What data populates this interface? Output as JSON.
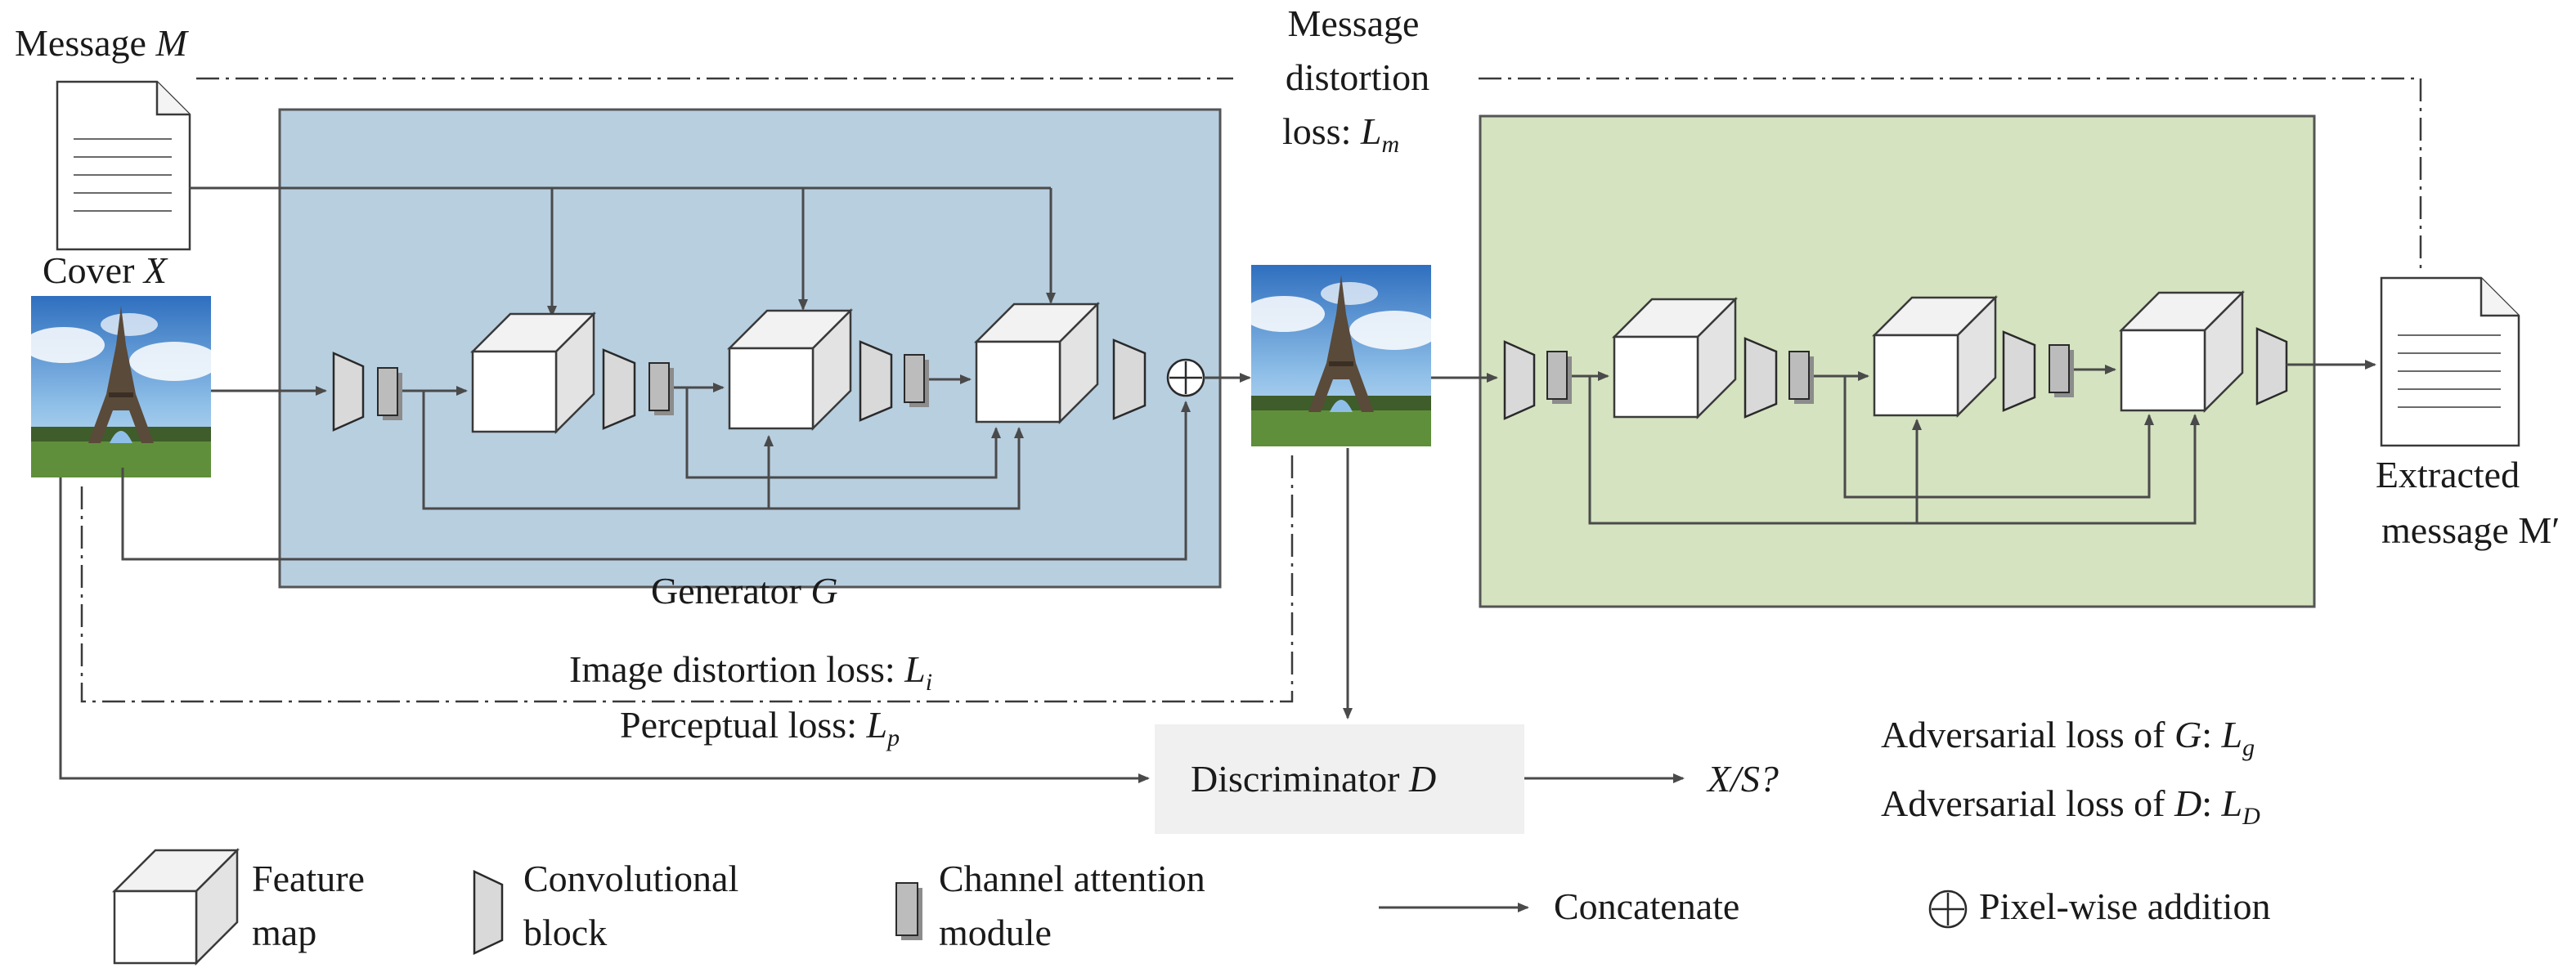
{
  "labels": {
    "message_m": "Message ",
    "message_m_var": "M",
    "cover_x": "Cover ",
    "cover_x_var": "X",
    "message_distortion_line1": "Message",
    "message_distortion_line2": "distortion",
    "message_distortion_line3": "loss: ",
    "message_distortion_var": "L",
    "message_distortion_sub": "m",
    "generator": "Generator ",
    "generator_var": "G",
    "image_distortion": "Image distortion loss: ",
    "image_distortion_var": "L",
    "image_distortion_sub": "i",
    "perceptual": "Perceptual loss: ",
    "perceptual_var": "L",
    "perceptual_sub": "p",
    "discriminator": "Discriminator ",
    "discriminator_var": "D",
    "output_q": "X/S?",
    "adv_g": "Adversarial loss of ",
    "adv_g_var": "G",
    "adv_g_colon": ": ",
    "adv_g_L": "L",
    "adv_g_sub": "g",
    "adv_d": "Adversarial loss of ",
    "adv_d_var": "D",
    "adv_d_colon": ": ",
    "adv_d_L": "L",
    "adv_d_sub": "D",
    "extracted_line1": "Extracted",
    "extracted_line2": "message  M′"
  },
  "legend": {
    "feature_map_1": "Feature",
    "feature_map_2": "map",
    "conv_1": "Convolutional",
    "conv_2": "block",
    "att_1": "Channel attention",
    "att_2": "module",
    "concat": "Concatenate",
    "addition": "Pixel-wise addition",
    "plus_symbol": "⊕"
  },
  "colors": {
    "generator_fill": "#b8cfe0",
    "generator_stroke": "#555555",
    "decoder_fill": "#d5e3c0",
    "decoder_stroke": "#555555",
    "discriminator_fill": "#f0f0f0",
    "sky": "#4c8ed0",
    "grass": "#5f8f3a"
  }
}
